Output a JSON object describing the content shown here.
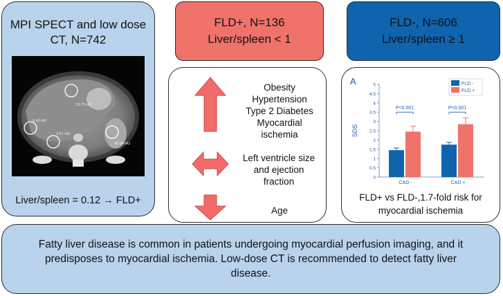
{
  "left_panel": {
    "title": "MPI SPECT and low dose CT, N=742",
    "ct_image": {
      "roi_labels": [
        "13.73 HU",
        "0.43 HU",
        "2.61 HU",
        "45.04 HU"
      ]
    },
    "caption": "Liver/spleen = 0.12 → FLD+"
  },
  "fld_pos": {
    "line1": "FLD+, N=136",
    "line2": "Liver/spleen < 1",
    "color": "#f0736b"
  },
  "fld_neg": {
    "line1": "FLD-, N=606",
    "line2": "Liver/spleen ≥ 1",
    "color": "#0f64ad"
  },
  "middle_panel": {
    "items": [
      {
        "arrow": "up-arrow-icon",
        "lines": [
          "Obesity",
          "Hypertension",
          "Type 2 Diabetes",
          "Myocardial",
          "ischemia"
        ]
      },
      {
        "arrow": "left-right-arrow-icon",
        "lines": [
          "Left ventricle size",
          "and ejection",
          "fraction"
        ]
      },
      {
        "arrow": "down-arrow-icon",
        "lines": [
          "Age"
        ]
      }
    ],
    "arrow_color": "#f26b6b"
  },
  "right_panel": {
    "caption_line1": "FLD+ vs FLD-,1.7-fold risk for",
    "caption_line2": "myocardial ischemia"
  },
  "bottom_panel": {
    "text": "Fatty liver disease is common in patients undergoing myocardial perfusion imaging, and it predisposes to myocardial ischemia.  Low-dose CT is recommended to detect fatty liver disease."
  },
  "chart_data": {
    "type": "bar",
    "panel_label": "A",
    "categories": [
      "CAD -",
      "CAD +"
    ],
    "series": [
      {
        "name": "FLD -",
        "values": [
          1.45,
          1.75
        ],
        "errors": [
          0.12,
          0.12
        ],
        "color": "#0f64ad"
      },
      {
        "name": "FLD +",
        "values": [
          2.45,
          2.85
        ],
        "errors": [
          0.3,
          0.35
        ],
        "color": "#f0736b"
      }
    ],
    "xlabel": "",
    "ylabel": "SDS",
    "ylim": [
      0,
      5
    ],
    "yticks": [
      0,
      0.5,
      1,
      1.5,
      2,
      2.5,
      3,
      3.5,
      4,
      4.5,
      5
    ],
    "annotations": [
      "P<0.001",
      "P<0.001"
    ],
    "grid": false,
    "legend_position": "top-right"
  }
}
